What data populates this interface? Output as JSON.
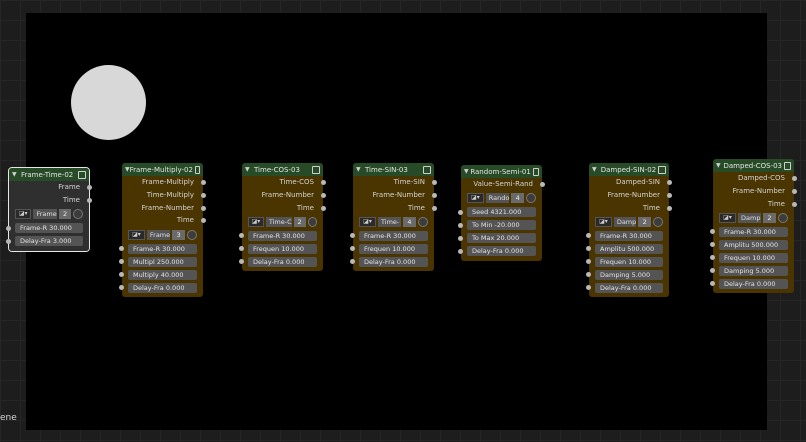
{
  "scene_label": "ene",
  "nodes": [
    {
      "title": "Frame-Time-02",
      "outputs": [
        "Frame",
        "Time"
      ],
      "db": {
        "name": "Frame",
        "count": "2"
      },
      "inputs": [
        "Frame-R 30.000",
        "Delay-Fra 3.000"
      ]
    },
    {
      "title": "Frame-Multiply-02",
      "outputs": [
        "Frame-Multiply",
        "Time-Multiply",
        "Frame-Number",
        "Time"
      ],
      "db": {
        "name": "Frame",
        "count": "3"
      },
      "inputs": [
        "Frame-R 30.000",
        "Multipl 250.000",
        "Multiply 40.000",
        "Delay-Fra 0.000"
      ]
    },
    {
      "title": "Time-COS-03",
      "outputs": [
        "Time-COS",
        "Frame-Number",
        "Time"
      ],
      "db": {
        "name": "Time-C",
        "count": "2"
      },
      "inputs": [
        "Frame-R 30.000",
        "Frequen 10.000",
        "Delay-Fra 0.000"
      ]
    },
    {
      "title": "Time-SIN-03",
      "outputs": [
        "Time-SIN",
        "Frame-Number",
        "Time"
      ],
      "db": {
        "name": "Time-",
        "count": "4"
      },
      "inputs": [
        "Frame-R 30.000",
        "Frequen 10.000",
        "Delay-Fra 0.000"
      ]
    },
    {
      "title": "Random-Semi-01",
      "outputs": [
        "Value-Semi-Rand"
      ],
      "db": {
        "name": "Rando",
        "count": "4"
      },
      "inputs": [
        "Seed 4321.000",
        "To Min -20.000",
        "To Max 20.000",
        "Delay-Fra 0.000"
      ]
    },
    {
      "title": "Damped-SIN-02",
      "outputs": [
        "Damped-SIN",
        "Frame-Number",
        "Time"
      ],
      "db": {
        "name": "Damp",
        "count": "2"
      },
      "inputs": [
        "Frame-R 30.000",
        "Amplitu 500.000",
        "Frequen 10.000",
        "Damping 5.000",
        "Delay-Fra 0.000"
      ]
    },
    {
      "title": "Damped-COS-03",
      "outputs": [
        "Damped-COS",
        "Frame-Number",
        "Time"
      ],
      "db": {
        "name": "Damp",
        "count": "2"
      },
      "inputs": [
        "Frame-R 30.000",
        "Amplitu 500.000",
        "Frequen 10.000",
        "Damping 5.000",
        "Delay-Fra 0.000"
      ]
    }
  ],
  "colors": {
    "header": "#274b27",
    "body": "#4a3500",
    "selected_body": "#2f2f2f",
    "backdrop": "#000000"
  }
}
